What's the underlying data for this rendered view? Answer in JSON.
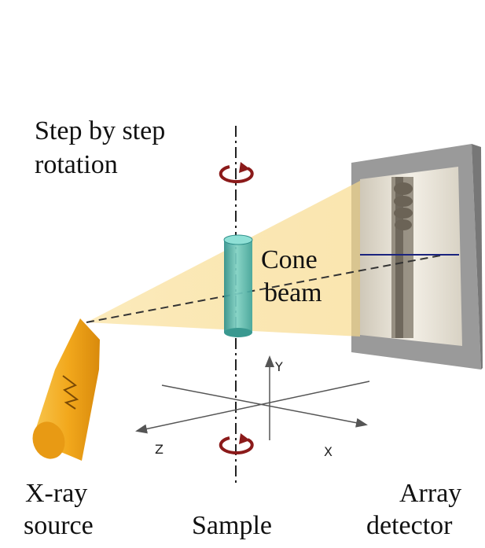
{
  "labels": {
    "rotation_line1": "Step by step",
    "rotation_line2": "rotation",
    "beam_line1": "Cone",
    "beam_line2": "beam",
    "source_line1": "X-ray",
    "source_line2": "source",
    "sample": "Sample",
    "detector_line1": "Array",
    "detector_line2": "detector"
  },
  "axes": {
    "x": "X",
    "y": "Y",
    "z": "Z"
  },
  "colors": {
    "beam": "#f7d98a",
    "source": "#f2a81c",
    "sample": "#5cc0b8",
    "rotation_arrow": "#8b1a1a",
    "detector_frame": "#9a9a9a",
    "marker_line": "#1a237e"
  }
}
